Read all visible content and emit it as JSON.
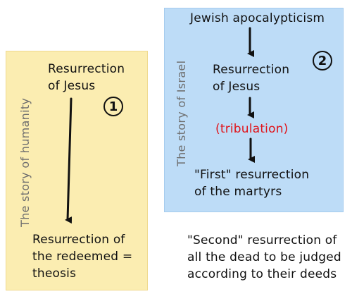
{
  "panels": {
    "humanity": {
      "side_label": "The story of humanity",
      "number": "1",
      "nodes": {
        "top": "Resurrection\nof Jesus",
        "bottom": "Resurrection of\nthe redeemed =\ntheosis"
      },
      "color": "#fbedb1"
    },
    "israel": {
      "side_label": "The story of Israel",
      "number": "2",
      "nodes": {
        "apocalypticism": "Jewish apocalypticism",
        "resurrection_jesus": "Resurrection\nof Jesus",
        "tribulation": "(tribulation)",
        "first_resurrection": "\"First\" resurrection\nof the martyrs"
      },
      "color": "#bddcf7"
    }
  },
  "outside": {
    "second_resurrection": "\"Second\" resurrection of\nall the dead to be judged\naccording to their deeds"
  },
  "colors": {
    "tribulation": "#e0141a",
    "arrow": "#111111"
  }
}
